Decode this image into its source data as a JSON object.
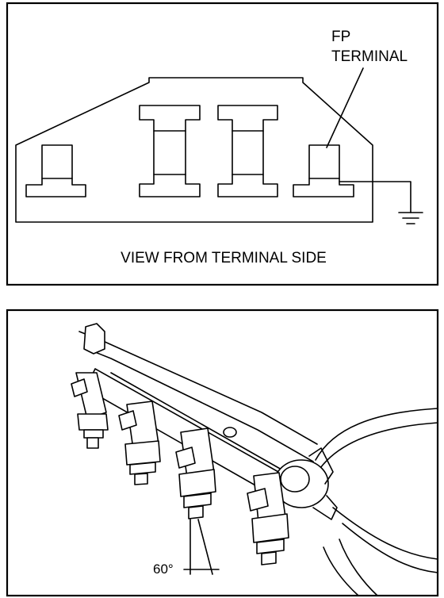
{
  "connector_panel": {
    "label_line1": "FP",
    "label_line2": "TERMINAL",
    "caption": "VIEW FROM TERMINAL SIDE"
  },
  "injector_panel": {
    "angle_label": "60°"
  }
}
